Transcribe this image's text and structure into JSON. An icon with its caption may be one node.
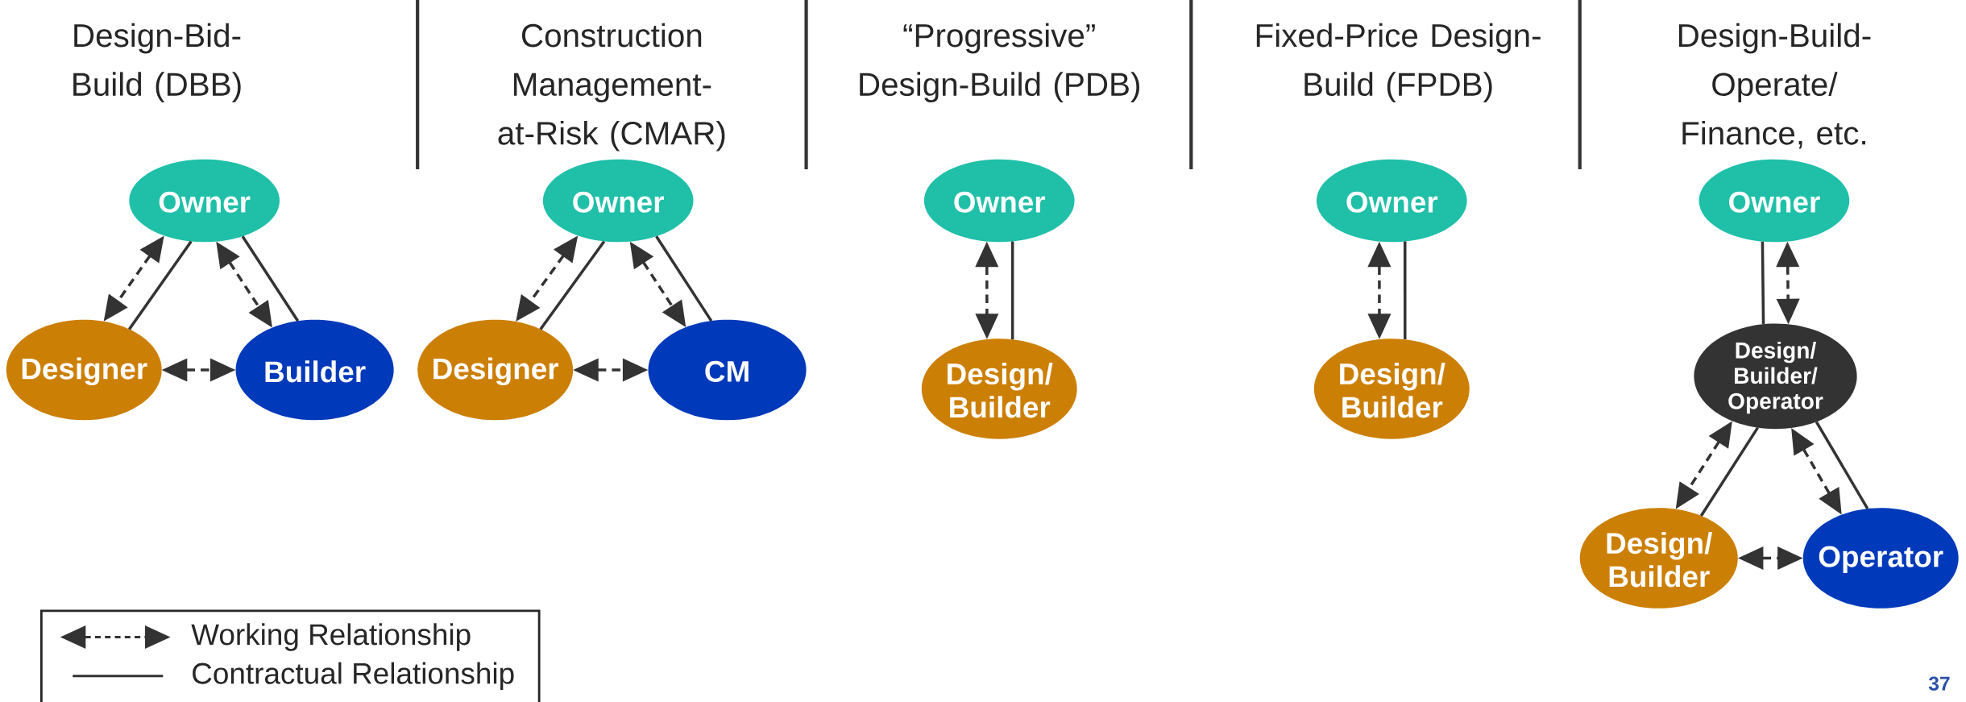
{
  "diagram": {
    "nodes": [
      {
        "text": [
          "Owner"
        ]
      },
      {
        "text": [
          "Designer"
        ]
      },
      {
        "text": [
          "Builder"
        ]
      },
      {
        "text": [
          "Owner"
        ]
      },
      {
        "text": [
          "Designer"
        ]
      },
      {
        "text": [
          "CM"
        ]
      },
      {
        "text": [
          "Owner"
        ]
      },
      {
        "text": [
          "Design/ Builder"
        ]
      },
      {
        "text": [
          "Owner"
        ]
      },
      {
        "text": [
          "Design/ Builder"
        ]
      },
      {
        "text": [
          "Owner"
        ]
      },
      {
        "text": [
          "Design/ Builder/ Operator"
        ]
      },
      {
        "text": [
          "Design/ Builder"
        ]
      },
      {
        "text": [
          "Operator"
        ]
      }
    ],
    "edges": [
      {
        "from": 0,
        "to": 1,
        "arrow": "both",
        "style": "dashed"
      },
      {
        "from": 0,
        "to": 1,
        "arrow": "none"
      },
      {
        "from": 0,
        "to": 2,
        "arrow": "both",
        "style": "dashed"
      },
      {
        "from": 0,
        "to": 2,
        "arrow": "none"
      },
      {
        "from": 1,
        "to": 2,
        "arrow": "both",
        "style": "dashed"
      },
      {
        "from": 3,
        "to": 4,
        "arrow": "both",
        "style": "dashed"
      },
      {
        "from": 3,
        "to": 4,
        "arrow": "none"
      },
      {
        "from": 3,
        "to": 5,
        "arrow": "both",
        "style": "dashed"
      },
      {
        "from": 3,
        "to": 5,
        "arrow": "none"
      },
      {
        "from": 4,
        "to": 5,
        "arrow": "both",
        "style": "dashed"
      },
      {
        "from": 6,
        "to": 7,
        "arrow": "both",
        "style": "dashed"
      },
      {
        "from": 6,
        "to": 7,
        "arrow": "none"
      },
      {
        "from": 8,
        "to": 9,
        "arrow": "both",
        "style": "dashed"
      },
      {
        "from": 8,
        "to": 9,
        "arrow": "none"
      },
      {
        "from": 10,
        "to": 11,
        "arrow": "none"
      },
      {
        "from": 10,
        "to": 11,
        "arrow": "both",
        "style": "dashed"
      },
      {
        "from": 11,
        "to": 12,
        "arrow": "both",
        "style": "dashed"
      },
      {
        "from": 11,
        "to": 12,
        "arrow": "none"
      },
      {
        "from": 11,
        "to": 13,
        "arrow": "both",
        "style": "dashed"
      },
      {
        "from": 11,
        "to": 13,
        "arrow": "none"
      },
      {
        "from": 12,
        "to": 13,
        "arrow": "both",
        "style": "dashed"
      }
    ],
    "labels": [
      "Design-Bid-Build (DBB)",
      "Construction Management-at-Risk (CMAR)",
      "“Progressive” Design-Build (PDB)",
      "Fixed-Price Design-Build (FPDB)",
      "Design-Build-Operate/ Finance, etc.",
      "37"
    ],
    "legend": [
      {
        "text": "Working Relationship"
      },
      {
        "text": "Contractual Relationship"
      }
    ]
  }
}
